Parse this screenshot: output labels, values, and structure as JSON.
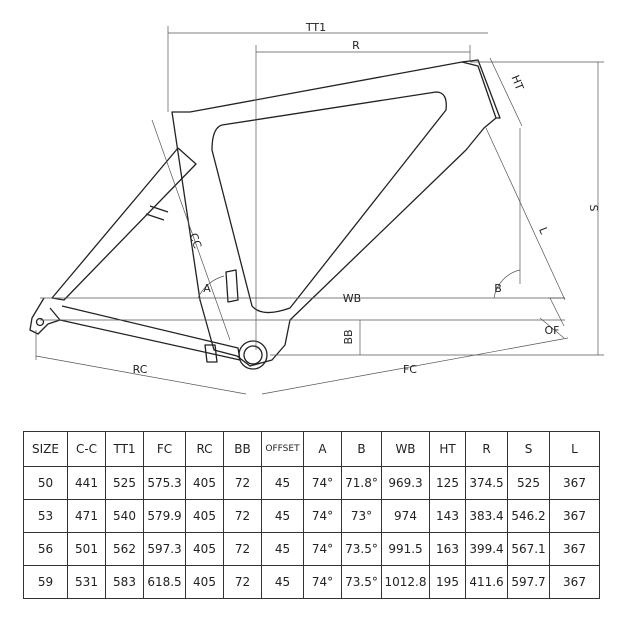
{
  "dimension_labels": {
    "tt": "TT1",
    "r": "R",
    "ht": "HT",
    "s": "S",
    "l": "L",
    "cc": "CC",
    "a": "A",
    "b": "B",
    "wb": "WB",
    "bb": "BB",
    "of": "OF",
    "rc": "RC",
    "fc": "FC"
  },
  "table": {
    "headers": [
      "SIZE",
      "C-C",
      "TT1",
      "FC",
      "RC",
      "BB",
      "OFFSET",
      "A",
      "B",
      "WB",
      "HT",
      "R",
      "S",
      "L"
    ],
    "rows": [
      [
        "50",
        "441",
        "525",
        "575.3",
        "405",
        "72",
        "45",
        "74°",
        "71.8°",
        "969.3",
        "125",
        "374.5",
        "525",
        "367"
      ],
      [
        "53",
        "471",
        "540",
        "579.9",
        "405",
        "72",
        "45",
        "74°",
        "73°",
        "974",
        "143",
        "383.4",
        "546.2",
        "367"
      ],
      [
        "56",
        "501",
        "562",
        "597.3",
        "405",
        "72",
        "45",
        "74°",
        "73.5°",
        "991.5",
        "163",
        "399.4",
        "567.1",
        "367"
      ],
      [
        "59",
        "531",
        "583",
        "618.5",
        "405",
        "72",
        "45",
        "74°",
        "73.5°",
        "1012.8",
        "195",
        "411.6",
        "597.7",
        "367"
      ]
    ]
  }
}
